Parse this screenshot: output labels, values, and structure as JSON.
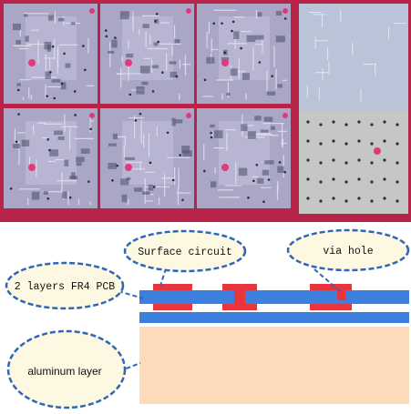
{
  "photo": {
    "description_hidden": false,
    "colors": {
      "frame": "#b8234a",
      "board": "#a9a6c6",
      "board_light": "#c6c3dc",
      "trace": "#e3e1ef",
      "pad_dark": "#4c4a6a",
      "pink_hole": "#e03a7c",
      "aluminum_side": "#c4c7c4",
      "aluminum_top": "#b9c4d8"
    },
    "panel_rows": 2,
    "panel_cols": 3
  },
  "diagram": {
    "labels": {
      "surface_circuit": "Surface circuit",
      "via_hole": "via hole",
      "fr4_pcb": "2 layers FR4 PCB",
      "aluminum_layer": "aluminum layer"
    },
    "colors": {
      "copper": "#e8353d",
      "fr4": "#3d7fdc",
      "aluminum": "#fddcbc",
      "callout_fill": "#fcf8e2",
      "callout_stroke": "#2f66b6"
    }
  }
}
